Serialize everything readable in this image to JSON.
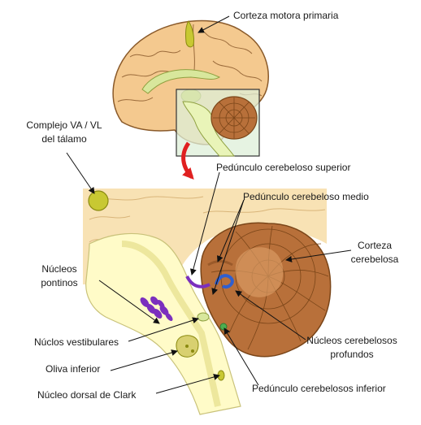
{
  "labels": {
    "corteza_motora": "Corteza motora primaria",
    "complejo_va_vl_1": "Complejo VA / VL",
    "complejo_va_vl_2": "del tálamo",
    "pedunculo_superior": "Pedúnculo cerebeloso superior",
    "pedunculo_medio": "Pedúnculo cerebeloso medio",
    "corteza_cerebelosa_1": "Corteza",
    "corteza_cerebelosa_2": "cerebelosa",
    "nucleos_pontinos_1": "Núcleos",
    "nucleos_pontinos_2": "pontinos",
    "nucleos_vestibulares": "Núclos vestibulares",
    "nucleos_cerebelosos_1": "Núcleos cerebelosos",
    "nucleos_cerebelosos_2": "profundos",
    "oliva_inferior": "Oliva inferior",
    "nucleo_clark": "Núcleo dorsal de Clark",
    "pedunculo_inferior": "Pedúnculo cerebelosos inferior"
  },
  "colors": {
    "brain_tan": "#F4C98F",
    "brain_outline": "#8a5a2a",
    "cerebellum": "#B8703A",
    "cerebellum_dark": "#7a4518",
    "brainstem": "#FFFBC8",
    "pontine_purple": "#7B2FBE",
    "deep_nuclei_blue": "#2E5FD0",
    "thalamus_olive": "#C8C832",
    "arrow_red": "#E02020",
    "highlight_box": "#DDEFD8"
  },
  "icons": {
    "connector_arrow": "red-curved-arrow"
  }
}
